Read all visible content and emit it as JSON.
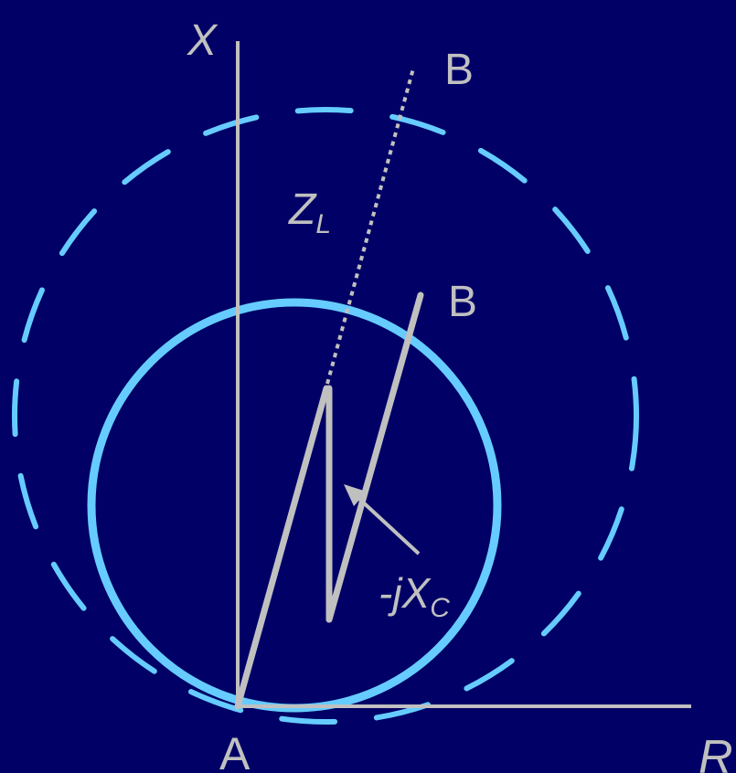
{
  "labels": {
    "x_axis": "X",
    "r_axis": "R",
    "origin": "A",
    "point_b_upper": "B",
    "point_b_lower": "B",
    "zl_main": "Z",
    "zl_sub": "L",
    "xc_prefix": "-j",
    "xc_main": "X",
    "xc_sub": "C"
  },
  "colors": {
    "background": "#000066",
    "axes": "#c0c0c0",
    "vectors": "#c0c0c0",
    "circles": "#66ccff",
    "labels": "#c0c0c0"
  }
}
